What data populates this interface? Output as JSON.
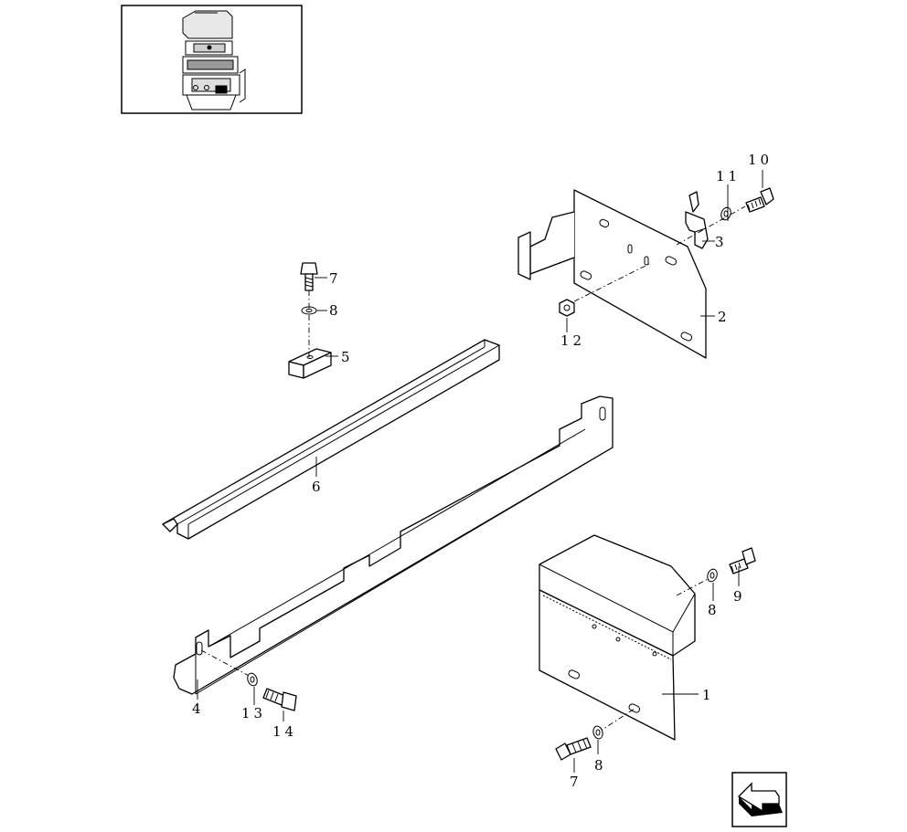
{
  "callouts": [
    {
      "id": "c1",
      "text": "1"
    },
    {
      "id": "c2",
      "text": "2"
    },
    {
      "id": "c3",
      "text": "3"
    },
    {
      "id": "c4",
      "text": "4"
    },
    {
      "id": "c5",
      "text": "5"
    },
    {
      "id": "c6",
      "text": "6"
    },
    {
      "id": "c7a",
      "text": "7"
    },
    {
      "id": "c7b",
      "text": "7"
    },
    {
      "id": "c8a",
      "text": "8"
    },
    {
      "id": "c8b",
      "text": "8"
    },
    {
      "id": "c8c",
      "text": "8"
    },
    {
      "id": "c9",
      "text": "9"
    },
    {
      "id": "c10",
      "text": "10"
    },
    {
      "id": "c11",
      "text": "11"
    },
    {
      "id": "c12",
      "text": "12"
    },
    {
      "id": "c13",
      "text": "13"
    },
    {
      "id": "c14",
      "text": "14"
    }
  ],
  "icons": {
    "thumbnail": "machine-location-thumbnail",
    "nav": "return-arrow-icon"
  },
  "colors": {
    "line": "#000000",
    "background": "#ffffff"
  }
}
